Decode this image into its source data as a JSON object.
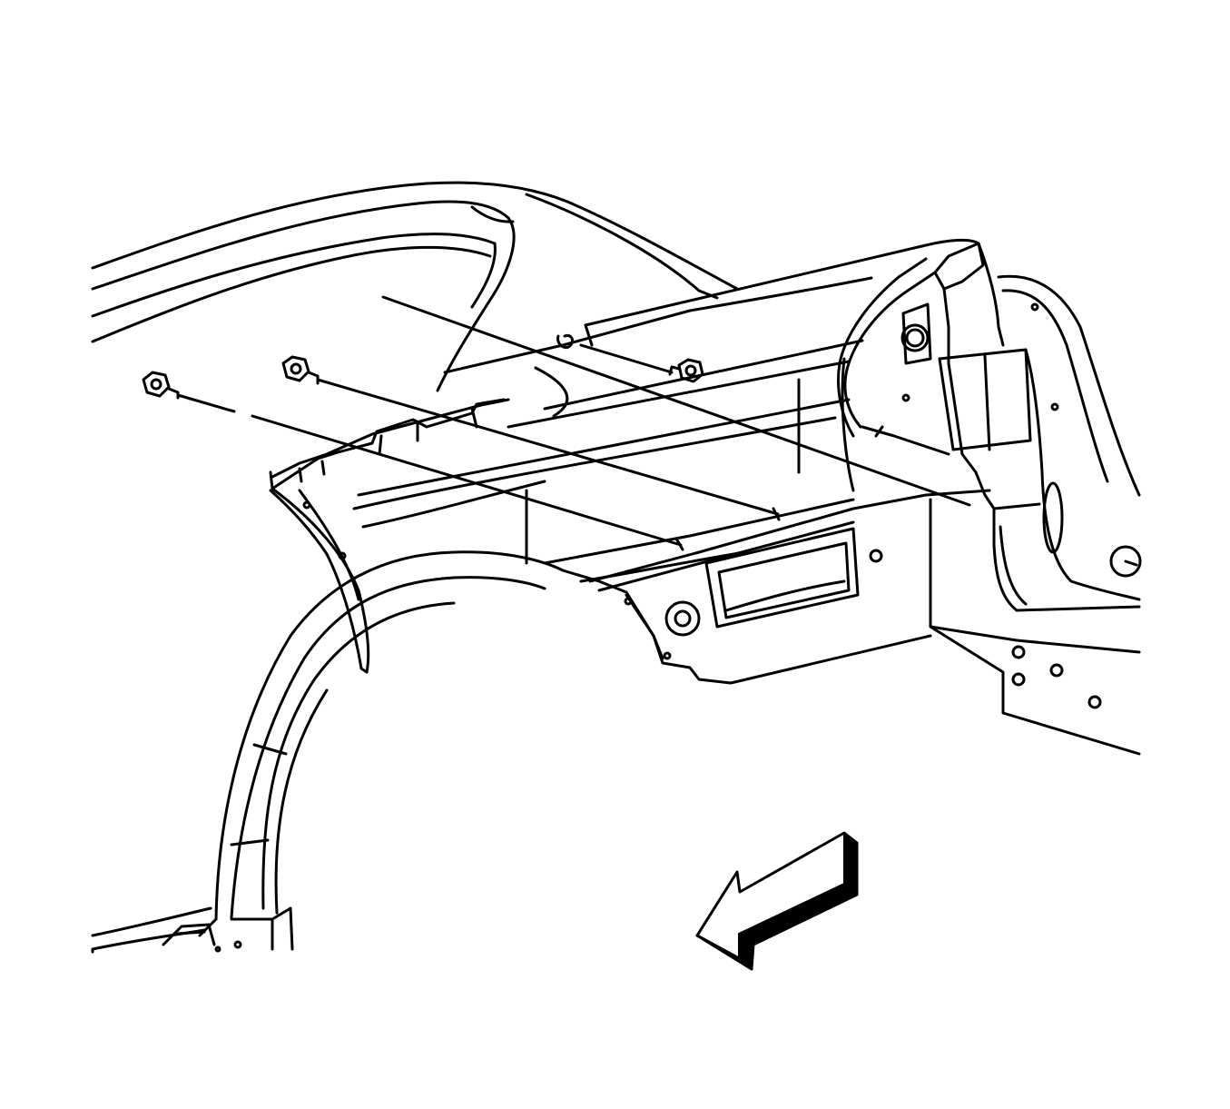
{
  "figure": {
    "line_color": "#000000",
    "background": "#ffffff",
    "view": "rear-quarter-body-structure-exploded",
    "fasteners": [
      {
        "name": "bolt-left",
        "icon": "hex-bolt-icon"
      },
      {
        "name": "bolt-middle",
        "icon": "hex-bolt-icon"
      },
      {
        "name": "bolt-right",
        "icon": "hex-bolt-icon"
      }
    ],
    "direction_arrow": {
      "icon": "forward-direction-arrow-icon"
    }
  }
}
